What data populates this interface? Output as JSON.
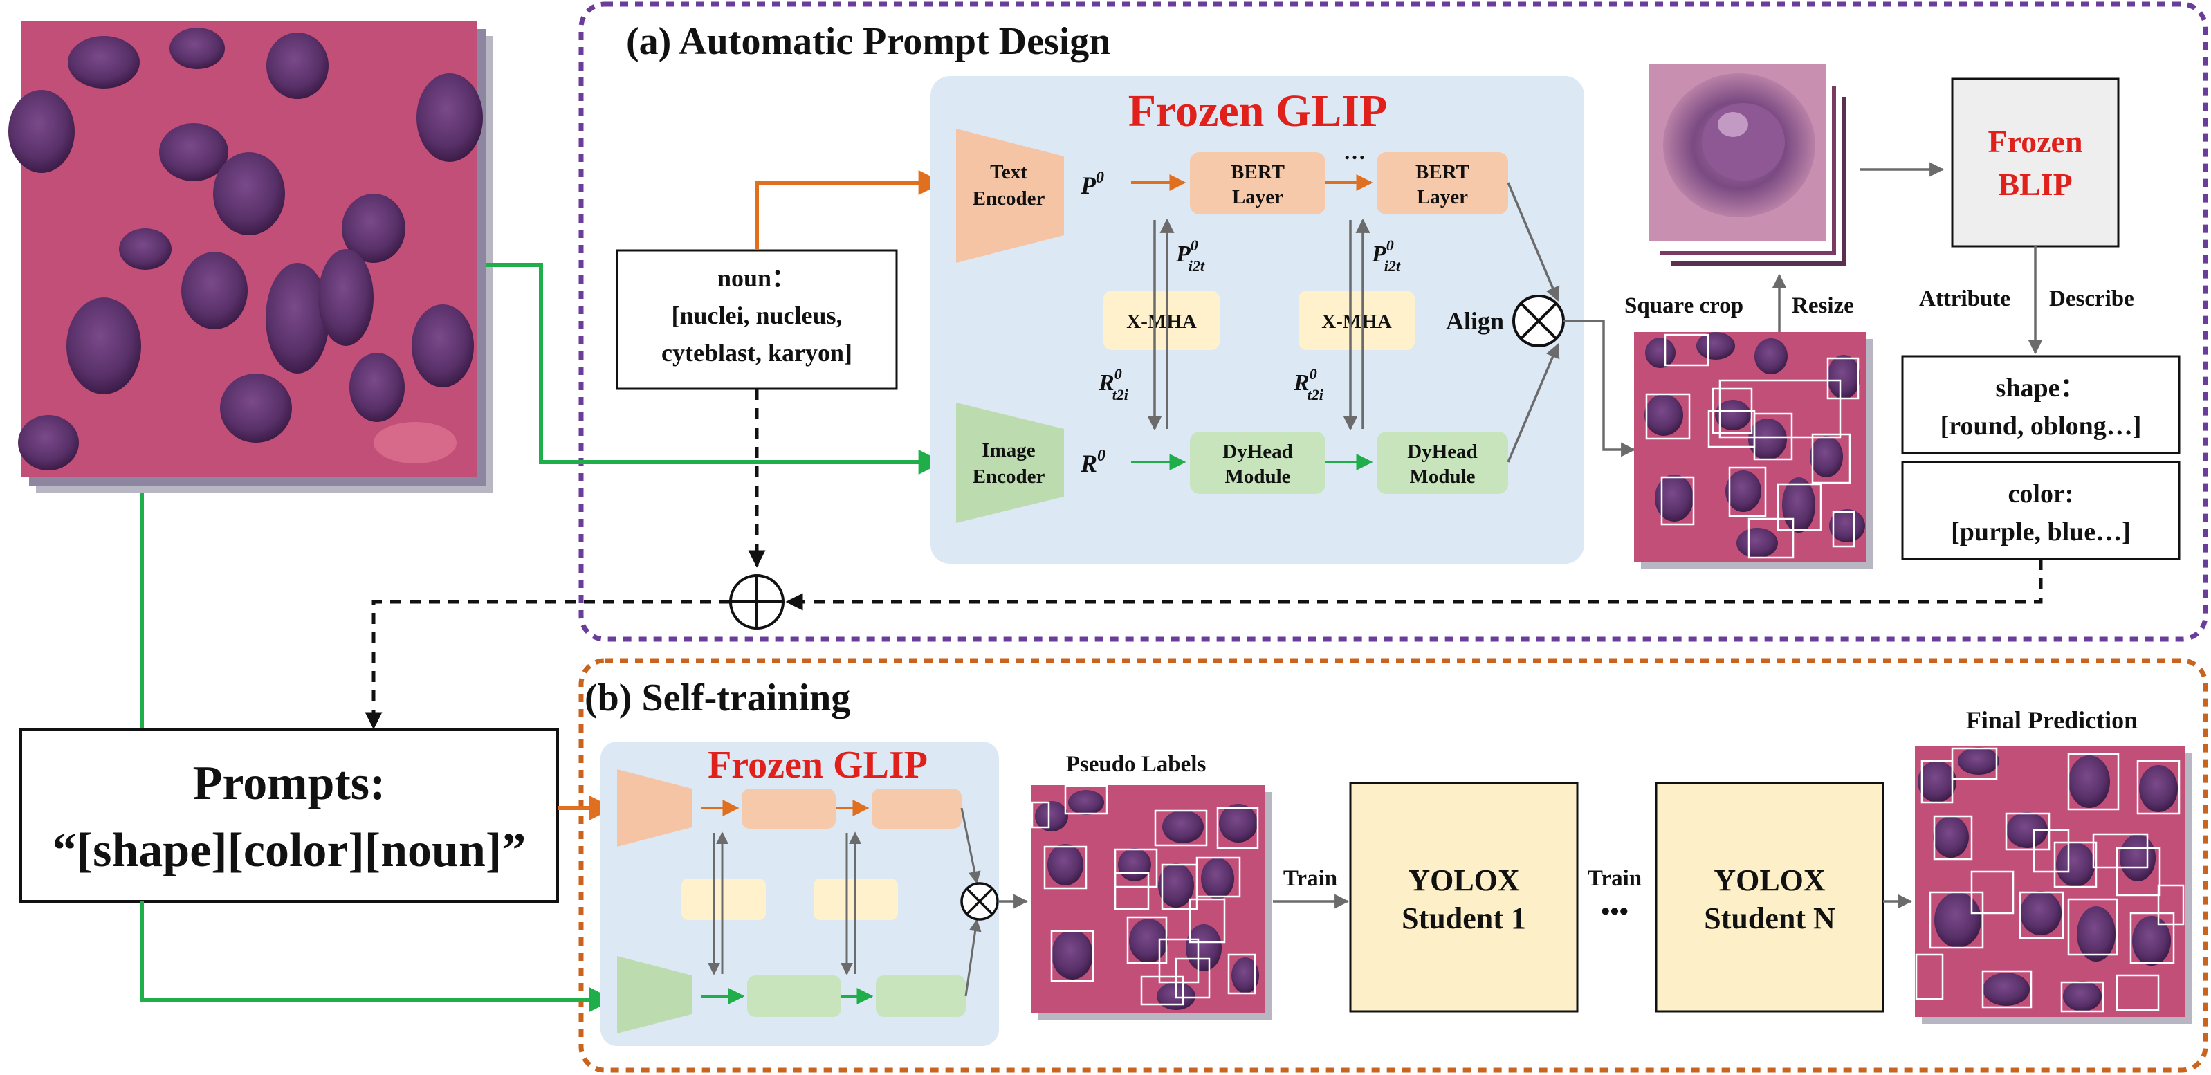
{
  "section_a": {
    "title": "(a) Automatic Prompt Design"
  },
  "section_b": {
    "title": "(b) Self-training"
  },
  "glip_a": {
    "title": "Frozen GLIP",
    "text_encoder": [
      "Text",
      "Encoder"
    ],
    "image_encoder": [
      "Image",
      "Encoder"
    ],
    "p0": "P",
    "p0_sup": "0",
    "r0": "R",
    "r0_sup": "0",
    "bert_layer": [
      "BERT",
      "Layer"
    ],
    "dyhead": [
      "DyHead",
      "Module"
    ],
    "xmha": "X-MHA",
    "p_i2t": "P",
    "p_i2t_sup": "0",
    "p_i2t_sub": "i2t",
    "r_t2i": "R",
    "r_t2i_sup": "0",
    "r_t2i_sub": "t2i",
    "ellipsis": "…",
    "align": "Align"
  },
  "noun_box": {
    "line1": "noun：",
    "line2": "[nuclei, nucleus,",
    "line3": "cyteblast, karyon]"
  },
  "crop": {
    "square_crop": "Square crop",
    "resize": "Resize"
  },
  "blip": {
    "line1": "Frozen",
    "line2": "BLIP"
  },
  "attr": {
    "attribute": "Attribute",
    "describe": "Describe"
  },
  "shape_box": {
    "line1": "shape：",
    "line2": "[round, oblong…]"
  },
  "color_box": {
    "line1": "color:",
    "line2": "[purple, blue…]"
  },
  "prompts": {
    "line1": "Prompts:",
    "line2": "“[shape][color][noun]”"
  },
  "glip_b": {
    "title": "Frozen GLIP"
  },
  "pseudo_labels": "Pseudo Labels",
  "train1": "Train",
  "train2": "Train",
  "student1": {
    "line1": "YOLOX",
    "line2": "Student 1"
  },
  "dots": "•••",
  "studentN": {
    "line1": "YOLOX",
    "line2": "Student N"
  },
  "final_prediction": "Final Prediction",
  "colors": {
    "purple_border": "#6a3d9a",
    "orange_border": "#c8641e",
    "orange_arrow": "#e07020",
    "green_arrow": "#1fae4a",
    "glip_bg": "#dde8f5",
    "text_encoder": "#f5c4a4",
    "image_encoder": "#bcdcb0",
    "bert": "#f6c9aa",
    "dyhead": "#c7e4bd",
    "xmha": "#fff1cc",
    "yolox": "#fdf0c8",
    "blip": "#eeeeee",
    "title_red": "#e0201b",
    "tissue_pink": "#c34f78",
    "nucleus_purple": "#5a2d62"
  }
}
